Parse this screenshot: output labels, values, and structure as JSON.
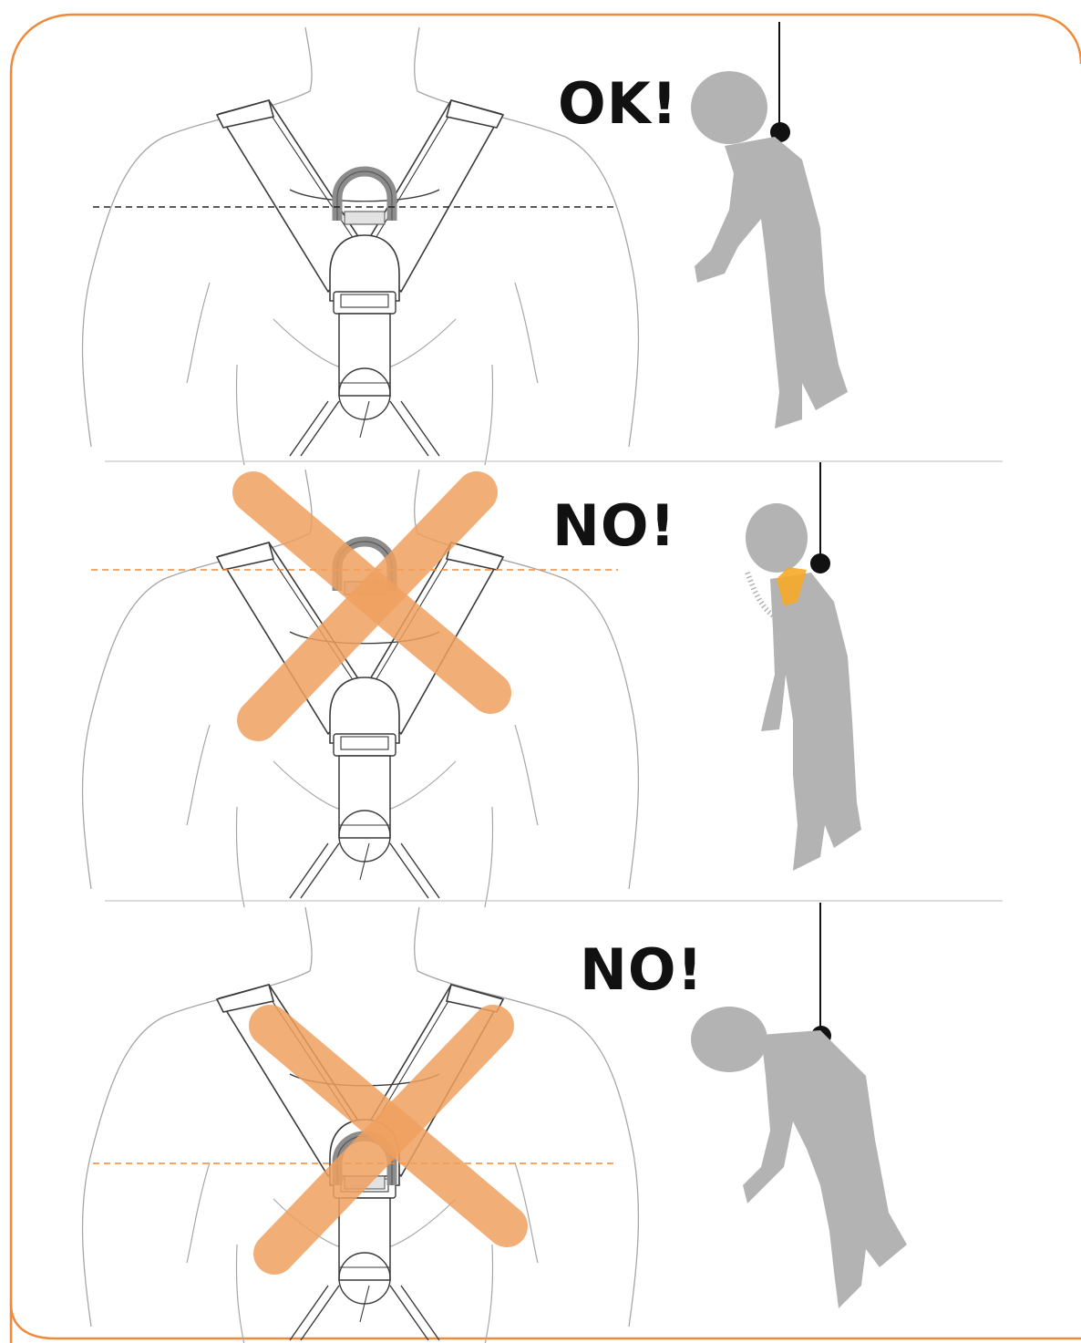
{
  "colors": {
    "frame": "#f08a3a",
    "outline": "#3a3a3a",
    "body_line": "#a6a6a6",
    "attachment_fill": "#8c8c8c",
    "silhouette": "#b3b3b3",
    "cross": "#f0a060",
    "warning": "#f6a828",
    "reference_ok": "#222222",
    "reference_bad": "#f08a3a",
    "divider": "#c8c8c8"
  },
  "panels": [
    {
      "id": "correct-position",
      "verdict": "OK!",
      "status": "correct",
      "icon": "hanging-person-upright-icon"
    },
    {
      "id": "attachment-too-high",
      "verdict": "NO!",
      "status": "wrong",
      "icon": "hanging-person-neck-strain-icon"
    },
    {
      "id": "attachment-too-low",
      "verdict": "NO!",
      "status": "wrong",
      "icon": "hanging-person-bent-forward-icon"
    }
  ]
}
